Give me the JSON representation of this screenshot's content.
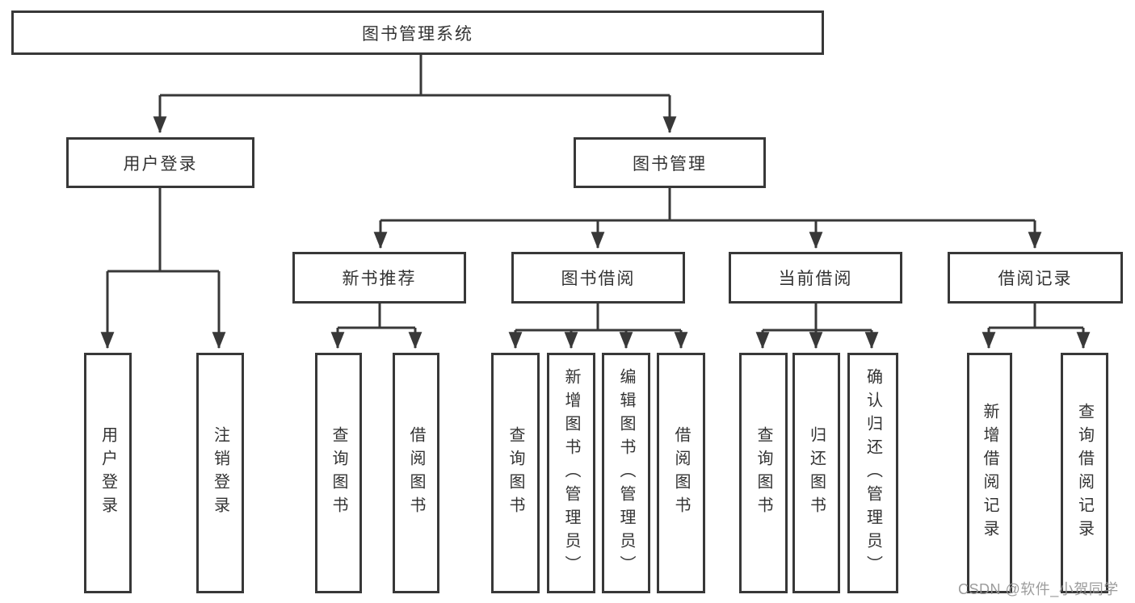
{
  "tree": {
    "root": {
      "label": "图书管理系统",
      "children": [
        {
          "label": "用户登录",
          "children": [
            {
              "label": "用户登录"
            },
            {
              "label": "注销登录"
            }
          ]
        },
        {
          "label": "图书管理",
          "children": [
            {
              "label": "新书推荐",
              "children": [
                {
                  "label": "查询图书"
                },
                {
                  "label": "借阅图书"
                }
              ]
            },
            {
              "label": "图书借阅",
              "children": [
                {
                  "label": "查询图书"
                },
                {
                  "label": "新增图书（管理员）"
                },
                {
                  "label": "编辑图书（管理员）"
                },
                {
                  "label": "借阅图书"
                }
              ]
            },
            {
              "label": "当前借阅",
              "children": [
                {
                  "label": "查询图书"
                },
                {
                  "label": "归还图书"
                },
                {
                  "label": "确认归还（管理员）"
                }
              ]
            },
            {
              "label": "借阅记录",
              "children": [
                {
                  "label": "新增借阅记录"
                },
                {
                  "label": "查询借阅记录"
                }
              ]
            }
          ]
        }
      ]
    }
  },
  "watermark": "CSDN @软件_小贺同学",
  "colors": {
    "line": "#383838",
    "text": "#333333",
    "background": "#ffffff",
    "watermark": "#949494"
  }
}
